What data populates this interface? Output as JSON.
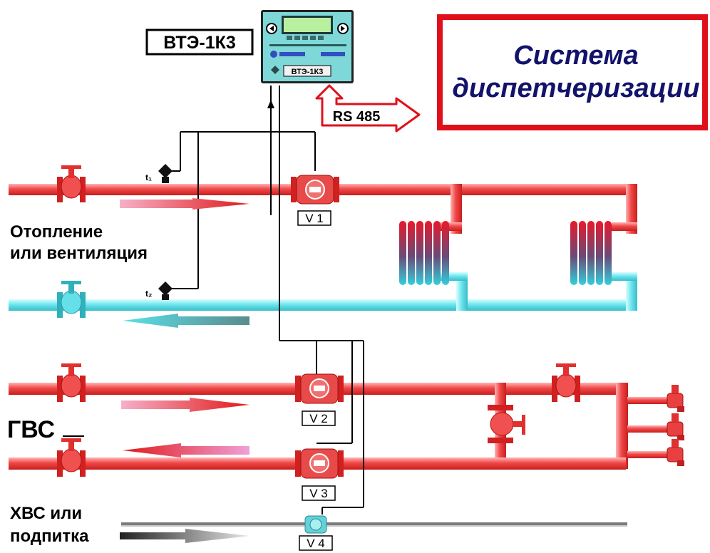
{
  "device": {
    "tag_label": "ВТЭ-1К3",
    "screen_label": "ВТЭ-1К3"
  },
  "interface": {
    "label": "RS 485"
  },
  "dispatch_system": {
    "line1": "Система",
    "line2": "диспетчеризации"
  },
  "sections": {
    "heating": {
      "line1": "Отопление",
      "line2": "или вентиляция"
    },
    "hot_water": {
      "label": "ГВС"
    },
    "cold_water": {
      "line1": "ХВС или",
      "line2": "подпитка"
    }
  },
  "sensors": {
    "t1": "t₁",
    "t2": "t₂"
  },
  "meters": [
    {
      "id": "v1",
      "label": "V 1"
    },
    {
      "id": "v2",
      "label": "V 2"
    },
    {
      "id": "v3",
      "label": "V 3"
    },
    {
      "id": "v4",
      "label": "V 4"
    }
  ],
  "colors": {
    "supply_pipe": "#f05a5a",
    "return_pipe": "#66e0e8",
    "dispatch_border": "#e0101a",
    "dispatch_text": "#13136b",
    "device_body": "#7fd8d8",
    "line": "#000000"
  }
}
